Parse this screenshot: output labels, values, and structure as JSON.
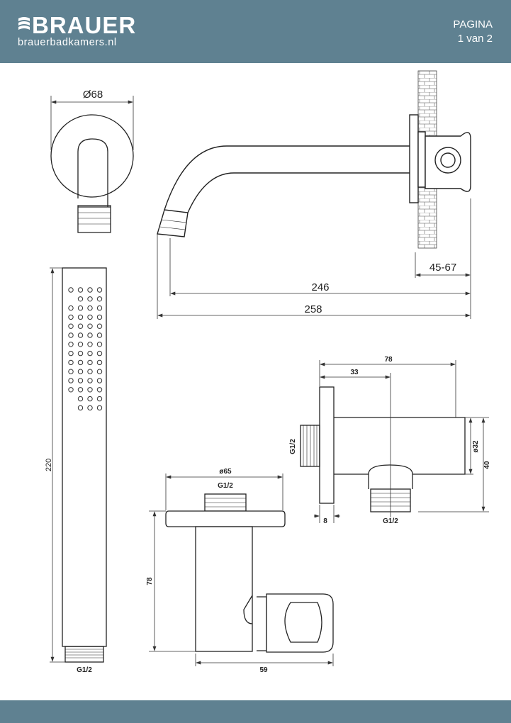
{
  "header": {
    "brand": "BRAUER",
    "url": "brauerbadkamers.nl",
    "page_label": "PAGINA",
    "page_number": "1 van 2",
    "color": "#5f8191"
  },
  "spout": {
    "diameter": "Ø68",
    "wall_depth": "45-67",
    "length_inner": "246",
    "length_total": "258"
  },
  "hand_shower": {
    "length": "220",
    "thread": "G1/2"
  },
  "wall_holder": {
    "width": "78",
    "center_offset": "33",
    "diameter": "ø32",
    "height": "40",
    "thread": "G1/2",
    "plate": "8"
  },
  "holder_base": {
    "diameter": "ø65",
    "thread": "G1/2",
    "height": "78",
    "depth": "59"
  }
}
